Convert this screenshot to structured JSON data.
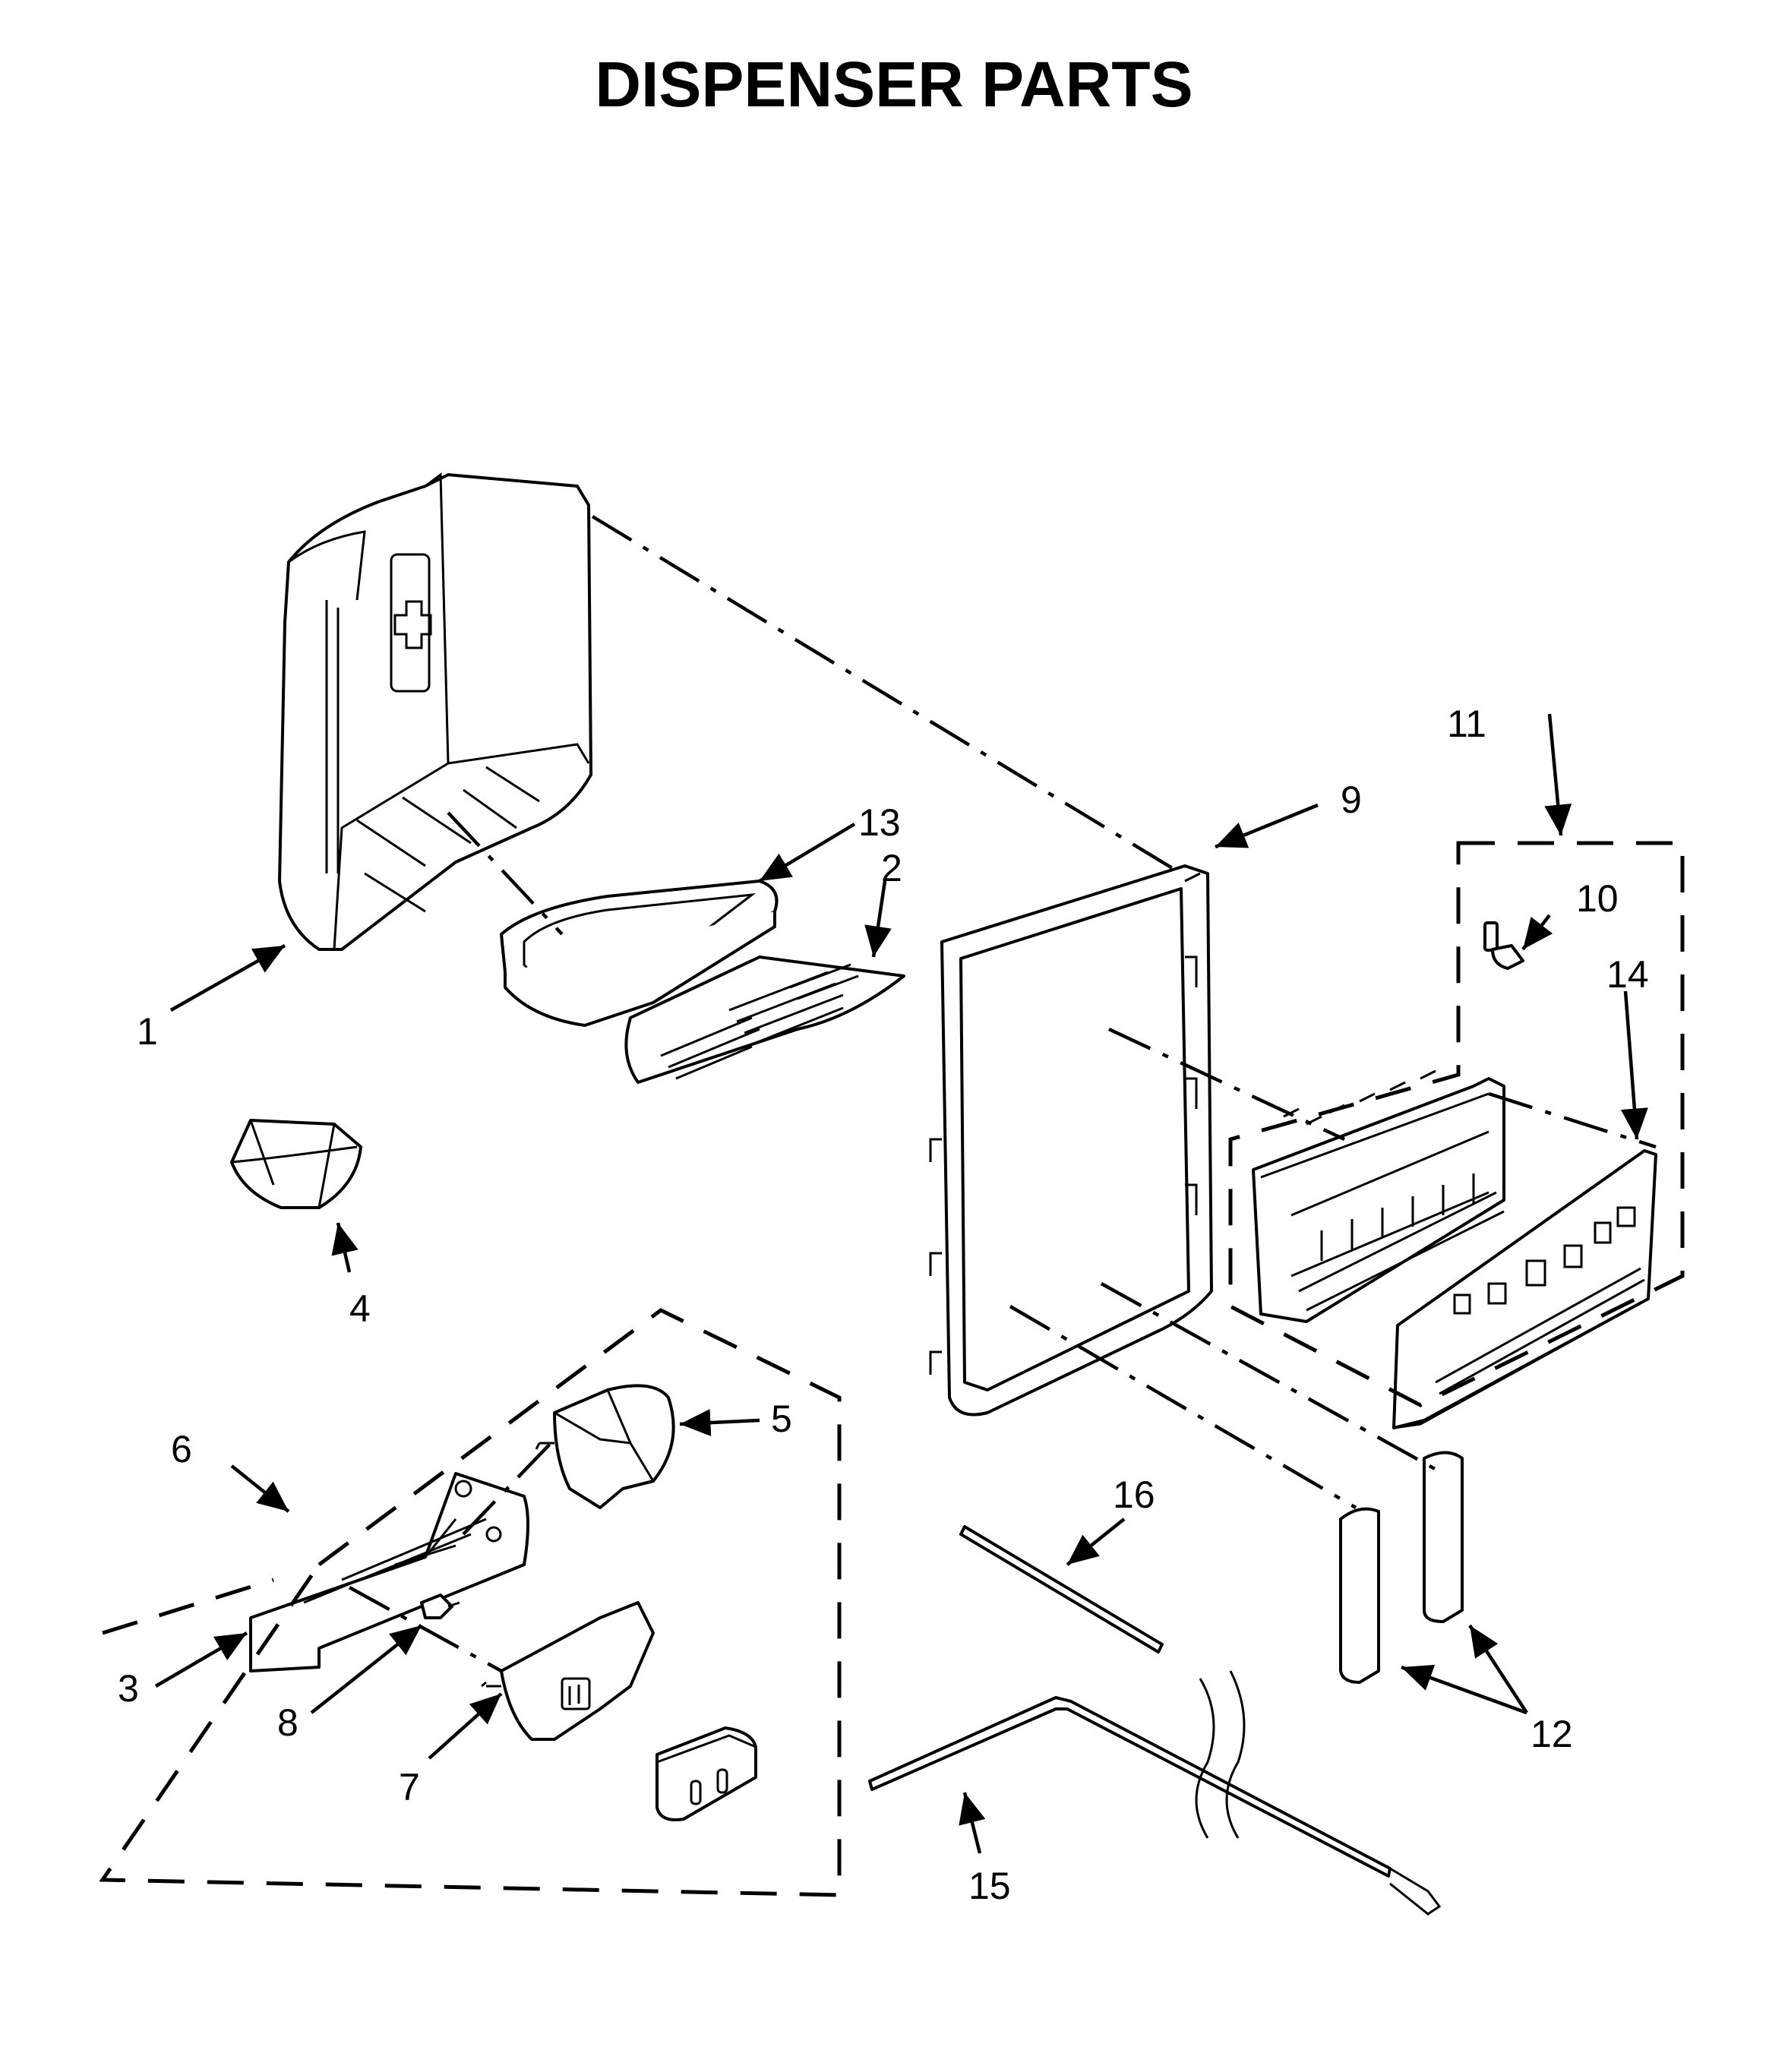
{
  "page": {
    "title": "DISPENSER PARTS"
  },
  "callouts": {
    "c1": "1",
    "c2": "2",
    "c3": "3",
    "c4": "4",
    "c5": "5",
    "c6": "6",
    "c7": "7",
    "c8": "8",
    "c9": "9",
    "c10": "10",
    "c11": "11",
    "c12": "12",
    "c13": "13",
    "c14": "14",
    "c15": "15",
    "c16": "16"
  }
}
